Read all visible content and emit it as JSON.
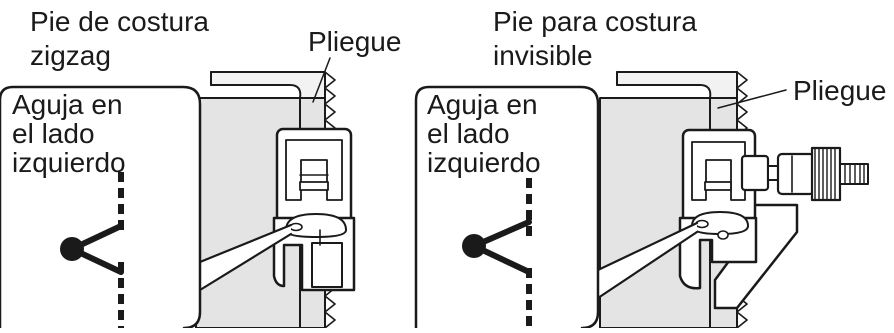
{
  "left": {
    "title_line1": "Pie de costura",
    "title_line2": "zigzag",
    "fold_label": "Pliegue",
    "needle_line1": "Aguja en",
    "needle_line2": "el lado",
    "needle_line3": "izquierdo"
  },
  "right": {
    "title_line1": "Pie para costura",
    "title_line2": "invisible",
    "fold_label": "Pliegue",
    "needle_line1": "Aguja en",
    "needle_line2": "el lado",
    "needle_line3": "izquierdo"
  },
  "colors": {
    "ink": "#1a1a1a",
    "fabric": "#e4e4e4",
    "fabric_fold": "#f2f2f2",
    "foot": "#ffffff",
    "paper": "#ffffff"
  }
}
